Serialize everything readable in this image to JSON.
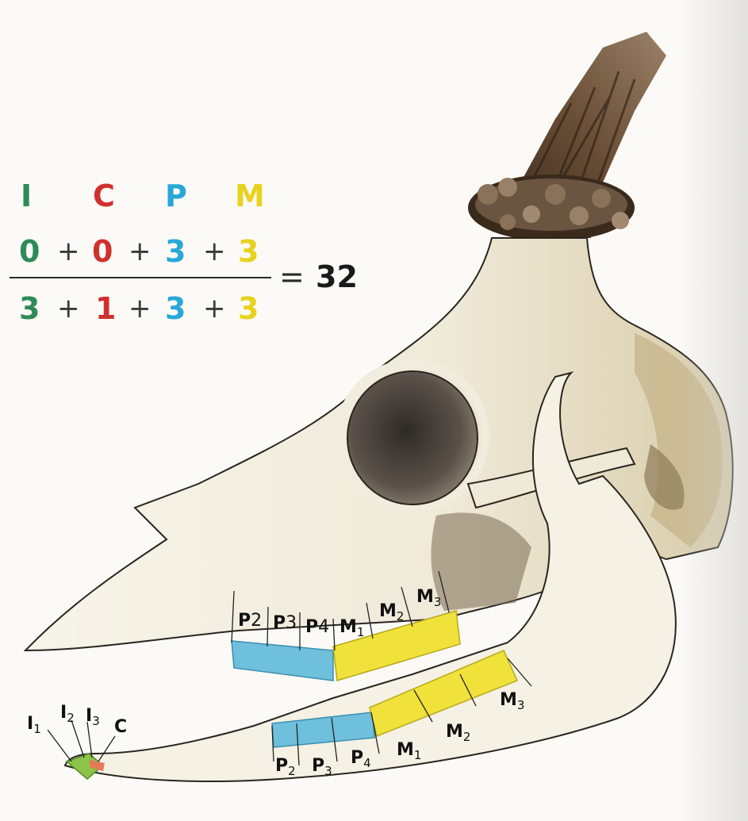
{
  "formula": {
    "headers": [
      {
        "text": "I",
        "color": "#2e8b57"
      },
      {
        "text": "C",
        "color": "#d0302e"
      },
      {
        "text": "P",
        "color": "#28a8d8"
      },
      {
        "text": "M",
        "color": "#e8d21f"
      }
    ],
    "upper": [
      {
        "text": "0",
        "color": "#2e8b57"
      },
      {
        "text": "0",
        "color": "#d0302e"
      },
      {
        "text": "3",
        "color": "#28a8d8"
      },
      {
        "text": "3",
        "color": "#e8d21f"
      }
    ],
    "lower": [
      {
        "text": "3",
        "color": "#2e8b57"
      },
      {
        "text": "1",
        "color": "#d0302e"
      },
      {
        "text": "3",
        "color": "#28a8d8"
      },
      {
        "text": "3",
        "color": "#e8d21f"
      }
    ],
    "plus": "+",
    "equals": "=",
    "result": "32"
  },
  "upper_teeth_labels": {
    "p2": {
      "main": "P",
      "sub": "2"
    },
    "p3": {
      "main": "P",
      "sub": "3"
    },
    "p4": {
      "main": "P",
      "sub": "4"
    },
    "m1": {
      "main": "M",
      "sub": "1"
    },
    "m2": {
      "main": "M",
      "sub": "2"
    },
    "m3": {
      "main": "M",
      "sub": "3"
    }
  },
  "lower_teeth_labels": {
    "i1": {
      "main": "I",
      "sub": "1"
    },
    "i2": {
      "main": "I",
      "sub": "2"
    },
    "i3": {
      "main": "I",
      "sub": "3"
    },
    "c": {
      "main": "C"
    },
    "p2": {
      "main": "P",
      "sub": "2"
    },
    "p3": {
      "main": "P",
      "sub": "3"
    },
    "p4": {
      "main": "P",
      "sub": "4"
    },
    "m1": {
      "main": "M",
      "sub": "1"
    },
    "m2": {
      "main": "M",
      "sub": "2"
    },
    "m3": {
      "main": "M",
      "sub": "3"
    }
  },
  "colors": {
    "incisor": "#8cc44a",
    "canine": "#e27a55",
    "premolar": "#6fc0dc",
    "molar": "#f0e23a",
    "bone": "#f3eee0",
    "bone_shade": "#c9bc98",
    "antler": "#4a3524",
    "orbit": "#3b3530"
  }
}
